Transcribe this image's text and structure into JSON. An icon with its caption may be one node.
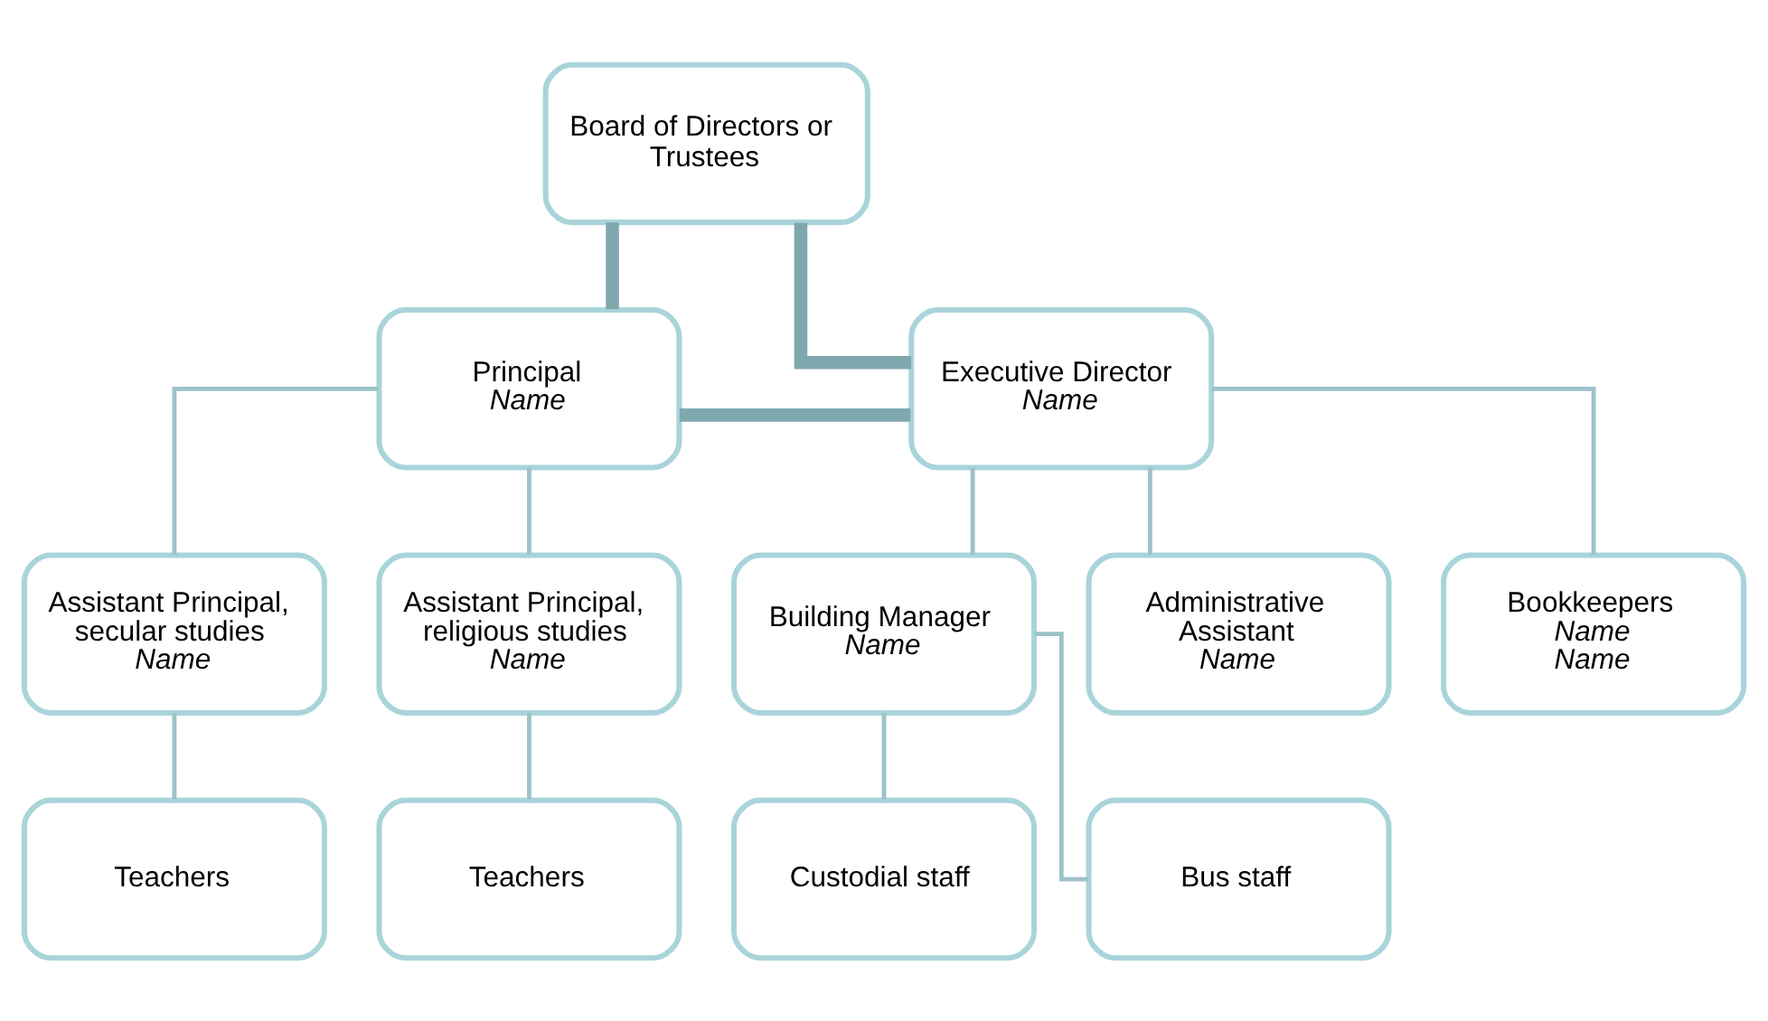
{
  "diagram": {
    "nodes": [
      {
        "text": [
          "Board of Directors or Trustees"
        ]
      },
      {
        "text": [
          "Principal",
          "Name"
        ]
      },
      {
        "text": [
          "Executive Director",
          "Name"
        ]
      },
      {
        "text": [
          "Assistant Principal, secular studies",
          "Name"
        ]
      },
      {
        "text": [
          "Assistant Principal, religious studies",
          "Name"
        ]
      },
      {
        "text": [
          "Building Manager",
          "Name"
        ]
      },
      {
        "text": [
          "Administrative Assistant",
          "Name"
        ]
      },
      {
        "text": [
          "Bookkeepers",
          "Name",
          "Name"
        ]
      },
      {
        "text": [
          "Teachers"
        ]
      },
      {
        "text": [
          "Teachers"
        ]
      },
      {
        "text": [
          "Custodial staff"
        ]
      },
      {
        "text": [
          "Bus staff"
        ]
      }
    ],
    "edges": [
      {
        "from": 0,
        "to": 1,
        "arrow": "none",
        "style": "thick"
      },
      {
        "from": 0,
        "to": 2,
        "arrow": "none",
        "style": "thick"
      },
      {
        "from": 1,
        "to": 2,
        "arrow": "none",
        "style": "thick"
      },
      {
        "from": 1,
        "to": 3,
        "arrow": "none"
      },
      {
        "from": 1,
        "to": 4,
        "arrow": "none"
      },
      {
        "from": 2,
        "to": 5,
        "arrow": "none"
      },
      {
        "from": 2,
        "to": 6,
        "arrow": "none"
      },
      {
        "from": 2,
        "to": 7,
        "arrow": "none"
      },
      {
        "from": 3,
        "to": 8,
        "arrow": "none"
      },
      {
        "from": 4,
        "to": 9,
        "arrow": "none"
      },
      {
        "from": 5,
        "to": 10,
        "arrow": "none"
      },
      {
        "from": 5,
        "to": 11,
        "arrow": "none"
      }
    ]
  }
}
